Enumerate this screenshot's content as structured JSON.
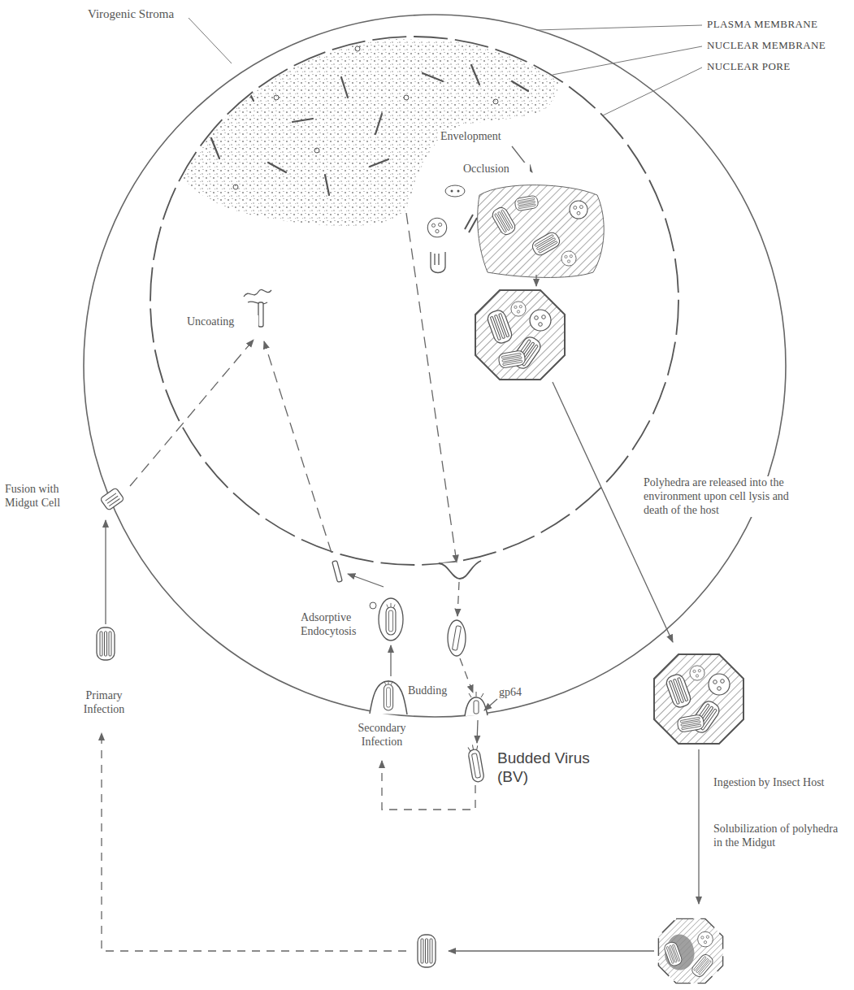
{
  "diagram": {
    "labels": [
      "Virogenic Stroma",
      "PLASMA MEMBRANE",
      "NUCLEAR MEMBRANE",
      "NUCLEAR PORE",
      "Envelopment",
      "Occlusion",
      "Uncoating",
      "Fusion with Midgut Cell",
      "Adsorptive Endocytosis",
      "Primary Infection",
      "Secondary Infection",
      "Budding",
      "gp64",
      "Polyhedra are released into the environment upon cell lysis and death of the host",
      "Budded Virus (BV)",
      "Ingestion by Insect Host",
      "Solubilization of polyhedra in the Midgut"
    ]
  }
}
